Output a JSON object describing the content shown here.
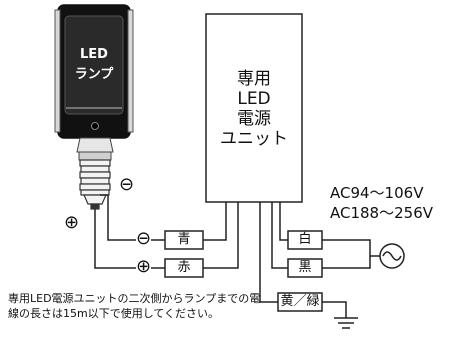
{
  "lamp": {
    "label_line1": "LED",
    "label_line2": "ランプ"
  },
  "power_unit": {
    "label_line1": "専用",
    "label_line2": "LED",
    "label_line3": "電源",
    "label_line4": "ユニット"
  },
  "terminals": {
    "negative_symbol": "⊖",
    "positive_symbol": "⊕"
  },
  "output_wires": [
    {
      "polarity": "⊖",
      "color_label": "青"
    },
    {
      "polarity": "⊕",
      "color_label": "赤"
    }
  ],
  "input_wires": [
    {
      "color_label": "白"
    },
    {
      "color_label": "黒"
    }
  ],
  "ground_wire": {
    "color_label": "黄／緑"
  },
  "voltage": {
    "line1": "AC94〜106V",
    "line2": "AC188〜256V"
  },
  "note": "専用LED電源ユニットの二次側からランプまでの電線の長さは15m以下で使用してください。"
}
